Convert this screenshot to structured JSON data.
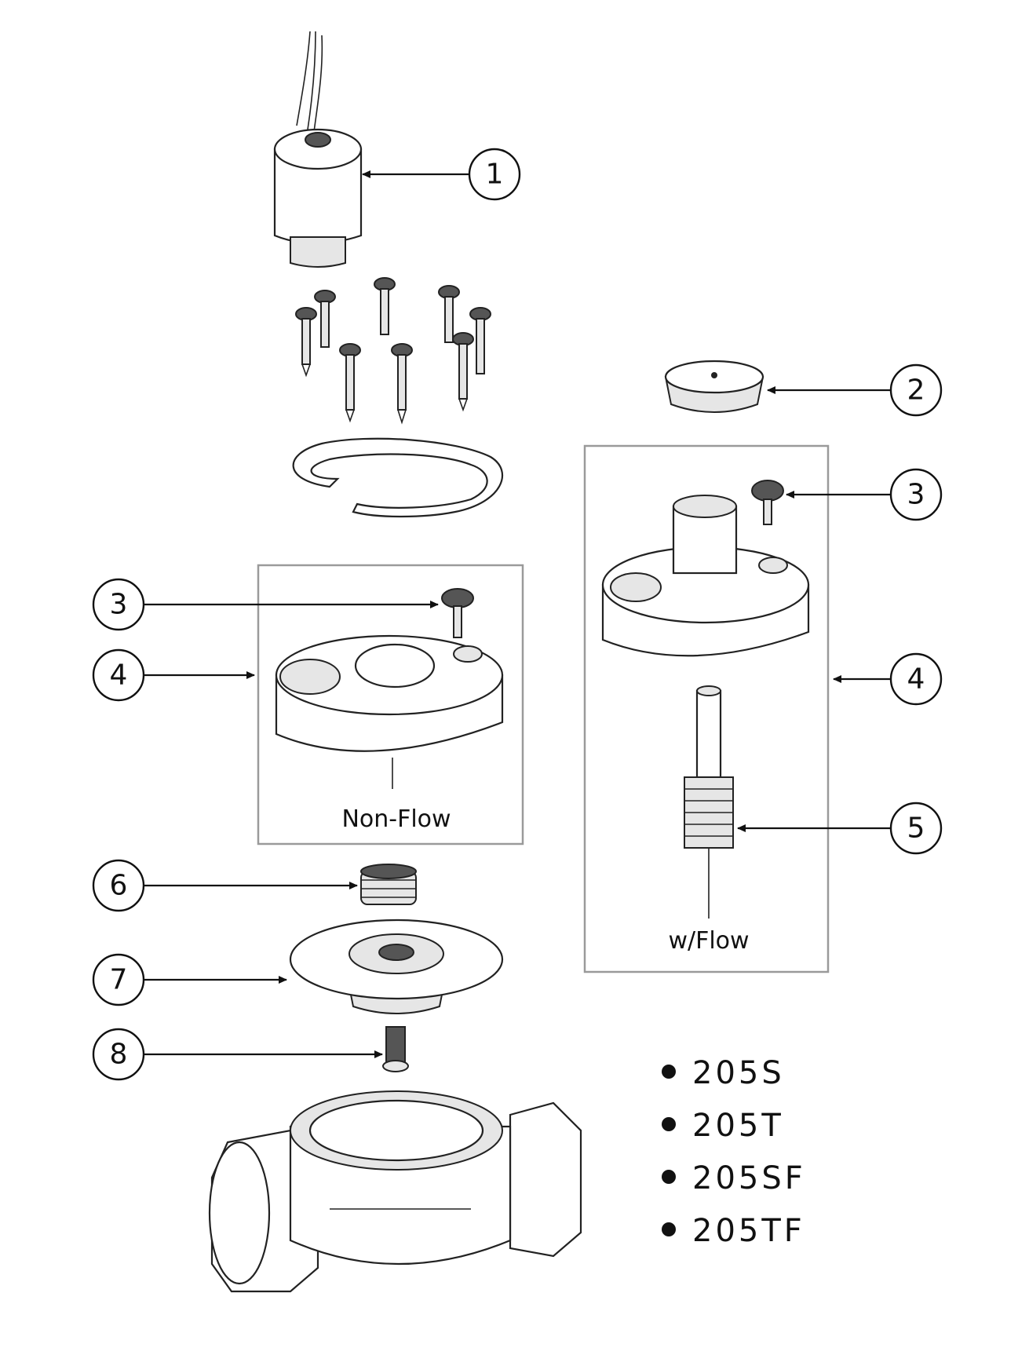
{
  "callouts": [
    {
      "id": "1",
      "label": "1"
    },
    {
      "id": "2",
      "label": "2"
    },
    {
      "id": "3a",
      "label": "3"
    },
    {
      "id": "3b",
      "label": "3"
    },
    {
      "id": "4a",
      "label": "4"
    },
    {
      "id": "4b",
      "label": "4"
    },
    {
      "id": "5",
      "label": "5"
    },
    {
      "id": "6",
      "label": "6"
    },
    {
      "id": "7",
      "label": "7"
    },
    {
      "id": "8",
      "label": "8"
    }
  ],
  "boxes": {
    "non_flow": "Non-Flow",
    "with_flow": "w/Flow"
  },
  "models": [
    "205S",
    "205T",
    "205SF",
    "205TF"
  ]
}
